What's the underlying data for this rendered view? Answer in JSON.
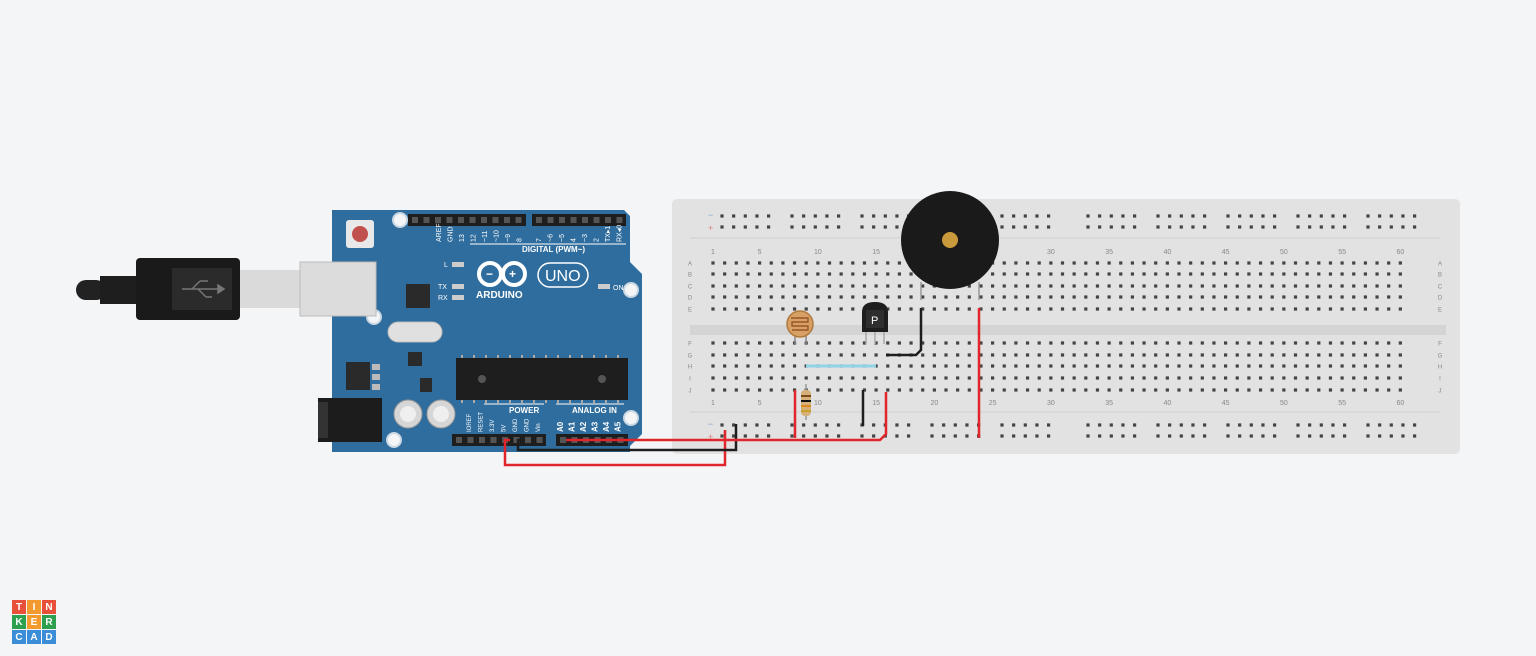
{
  "app": {
    "logo_letters": [
      "T",
      "I",
      "N",
      "K",
      "E",
      "R",
      "C",
      "A",
      "D"
    ]
  },
  "arduino": {
    "brand": "ARDUINO",
    "model": "UNO",
    "digital_header_label": "DIGITAL (PWM~)",
    "digital_pins": [
      "AREF",
      "GND",
      "13",
      "12",
      "~11",
      "~10",
      "~9",
      "8",
      "7",
      "~6",
      "~5",
      "4",
      "~3",
      "2",
      "TX▸1",
      "RX◂0"
    ],
    "power_header_label": "POWER",
    "analog_header_label": "ANALOG IN",
    "power_pins": [
      "IOREF",
      "RESET",
      "3.3V",
      "5V",
      "GND",
      "GND",
      "Vin"
    ],
    "analog_pins": [
      "A0",
      "A1",
      "A2",
      "A3",
      "A4",
      "A5"
    ],
    "led_l": "L",
    "led_tx": "TX",
    "led_rx": "RX",
    "led_on": "ON"
  },
  "breadboard": {
    "column_numbers": [
      "1",
      "5",
      "10",
      "15",
      "20",
      "25",
      "30",
      "35",
      "40",
      "45",
      "50",
      "55",
      "60"
    ],
    "row_letters_top": [
      "A",
      "B",
      "C",
      "D",
      "E"
    ],
    "row_letters_bottom": [
      "F",
      "G",
      "H",
      "I",
      "J"
    ],
    "rail_minus": "−",
    "rail_plus": "+"
  },
  "components": {
    "transistor_label": "P"
  },
  "colors": {
    "arduino_blue": "#2f6d9e",
    "wire_red": "#e0262b",
    "wire_black": "#1e1e1e",
    "breadboard": "#e2e2e2"
  }
}
